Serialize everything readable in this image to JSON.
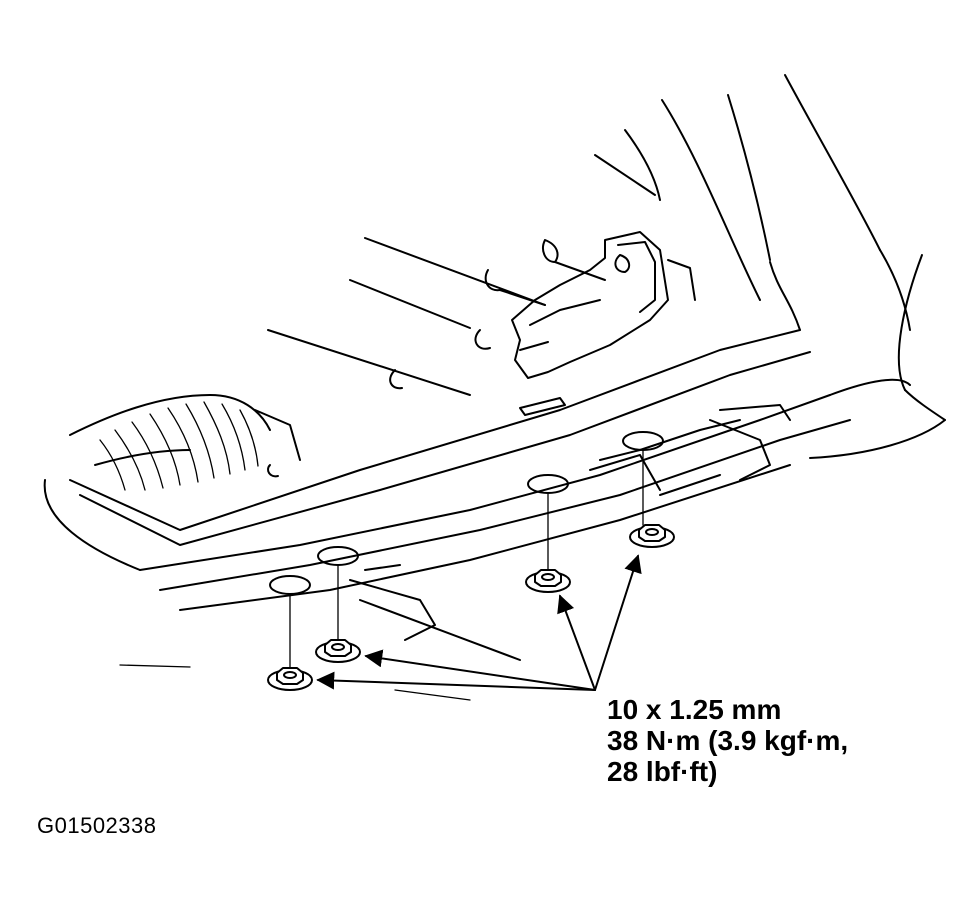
{
  "callout": {
    "line1": "10 x 1.25 mm",
    "line2": "38 N·m (3.9 kgf·m,",
    "line3": "28 lbf·ft)"
  },
  "figure_id": "G01502338"
}
